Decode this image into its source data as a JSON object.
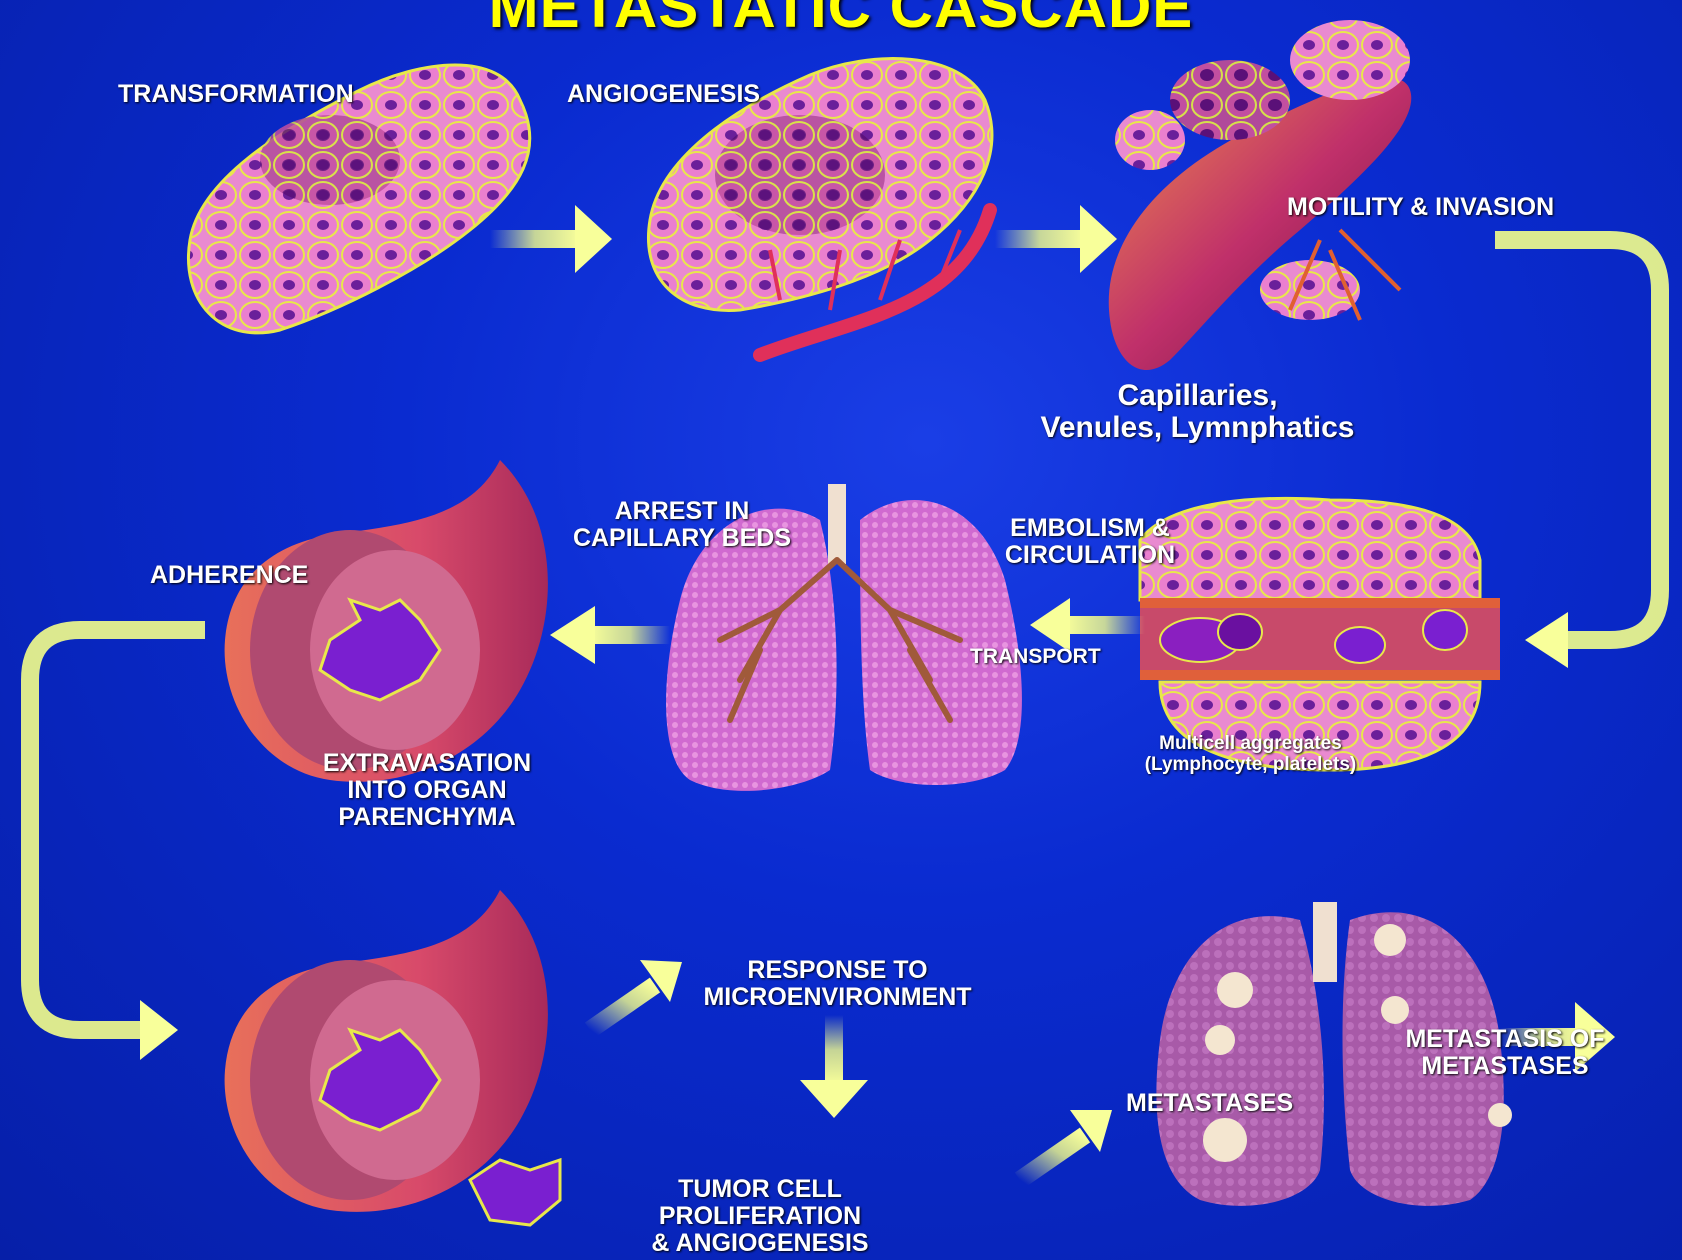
{
  "title": "METASTATIC CASCADE",
  "labels": {
    "transformation": "TRANSFORMATION",
    "angiogenesis": "ANGIOGENESIS",
    "motility": "MOTILITY & INVASION",
    "capillaries_line1": "Capillaries,",
    "capillaries_line2": "Venules, Lymnphatics",
    "embolism_line1": "EMBOLISM &",
    "embolism_line2": "CIRCULATION",
    "transport": "TRANSPORT",
    "multicell_line1": "Multicell aggregates",
    "multicell_line2": "(Lymphocyte, platelets)",
    "arrest_line1": "ARREST IN",
    "arrest_line2": "CAPILLARY BEDS",
    "adherence": "ADHERENCE",
    "extravasation_line1": "EXTRAVASATION",
    "extravasation_line2": "INTO ORGAN",
    "extravasation_line3": "PARENCHYMA",
    "response_line1": "RESPONSE TO",
    "response_line2": "MICROENVIRONMENT",
    "tumor_line1": "TUMOR CELL",
    "tumor_line2": "PROLIFERATION",
    "tumor_line3": "& ANGIOGENESIS",
    "metastases": "METASTASES",
    "mom_line1": "METASTASIS OF",
    "mom_line2": "METASTASES"
  },
  "colors": {
    "title": "#ffff00",
    "arrow": "#f4ff8a",
    "cell_fill": "#e06fc0",
    "cell_edge": "#e8e84a",
    "vessel": "#e8705a",
    "tumor": "#7a1fd0",
    "lung": "#d86ad0"
  }
}
